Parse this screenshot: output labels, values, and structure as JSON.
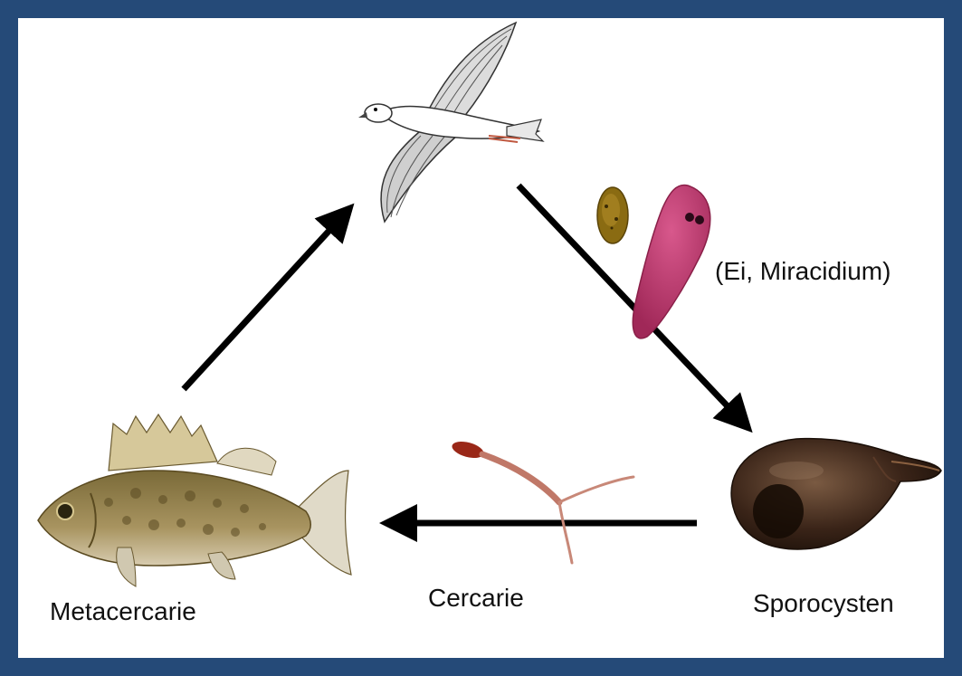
{
  "labels": {
    "metacercarie": "Metacercarie",
    "cercarie": "Cercarie",
    "sporocysten": "Sporocysten",
    "ei_miracidium": "(Ei, Miracidium)"
  },
  "colors": {
    "frame": "#254a78",
    "background": "#ffffff",
    "arrow": "#000000",
    "miracidium": "#b8316a",
    "egg": "#8a6b12",
    "cercaria": "#c0705a",
    "snail": "#3a2418",
    "fish": "#8a7a48"
  },
  "icons": {
    "bird": "seabird-icon",
    "fish": "perch-fish-icon",
    "snail": "snail-icon",
    "egg": "parasite-egg-icon",
    "miracidium": "miracidium-icon",
    "cercaria": "cercaria-icon"
  }
}
